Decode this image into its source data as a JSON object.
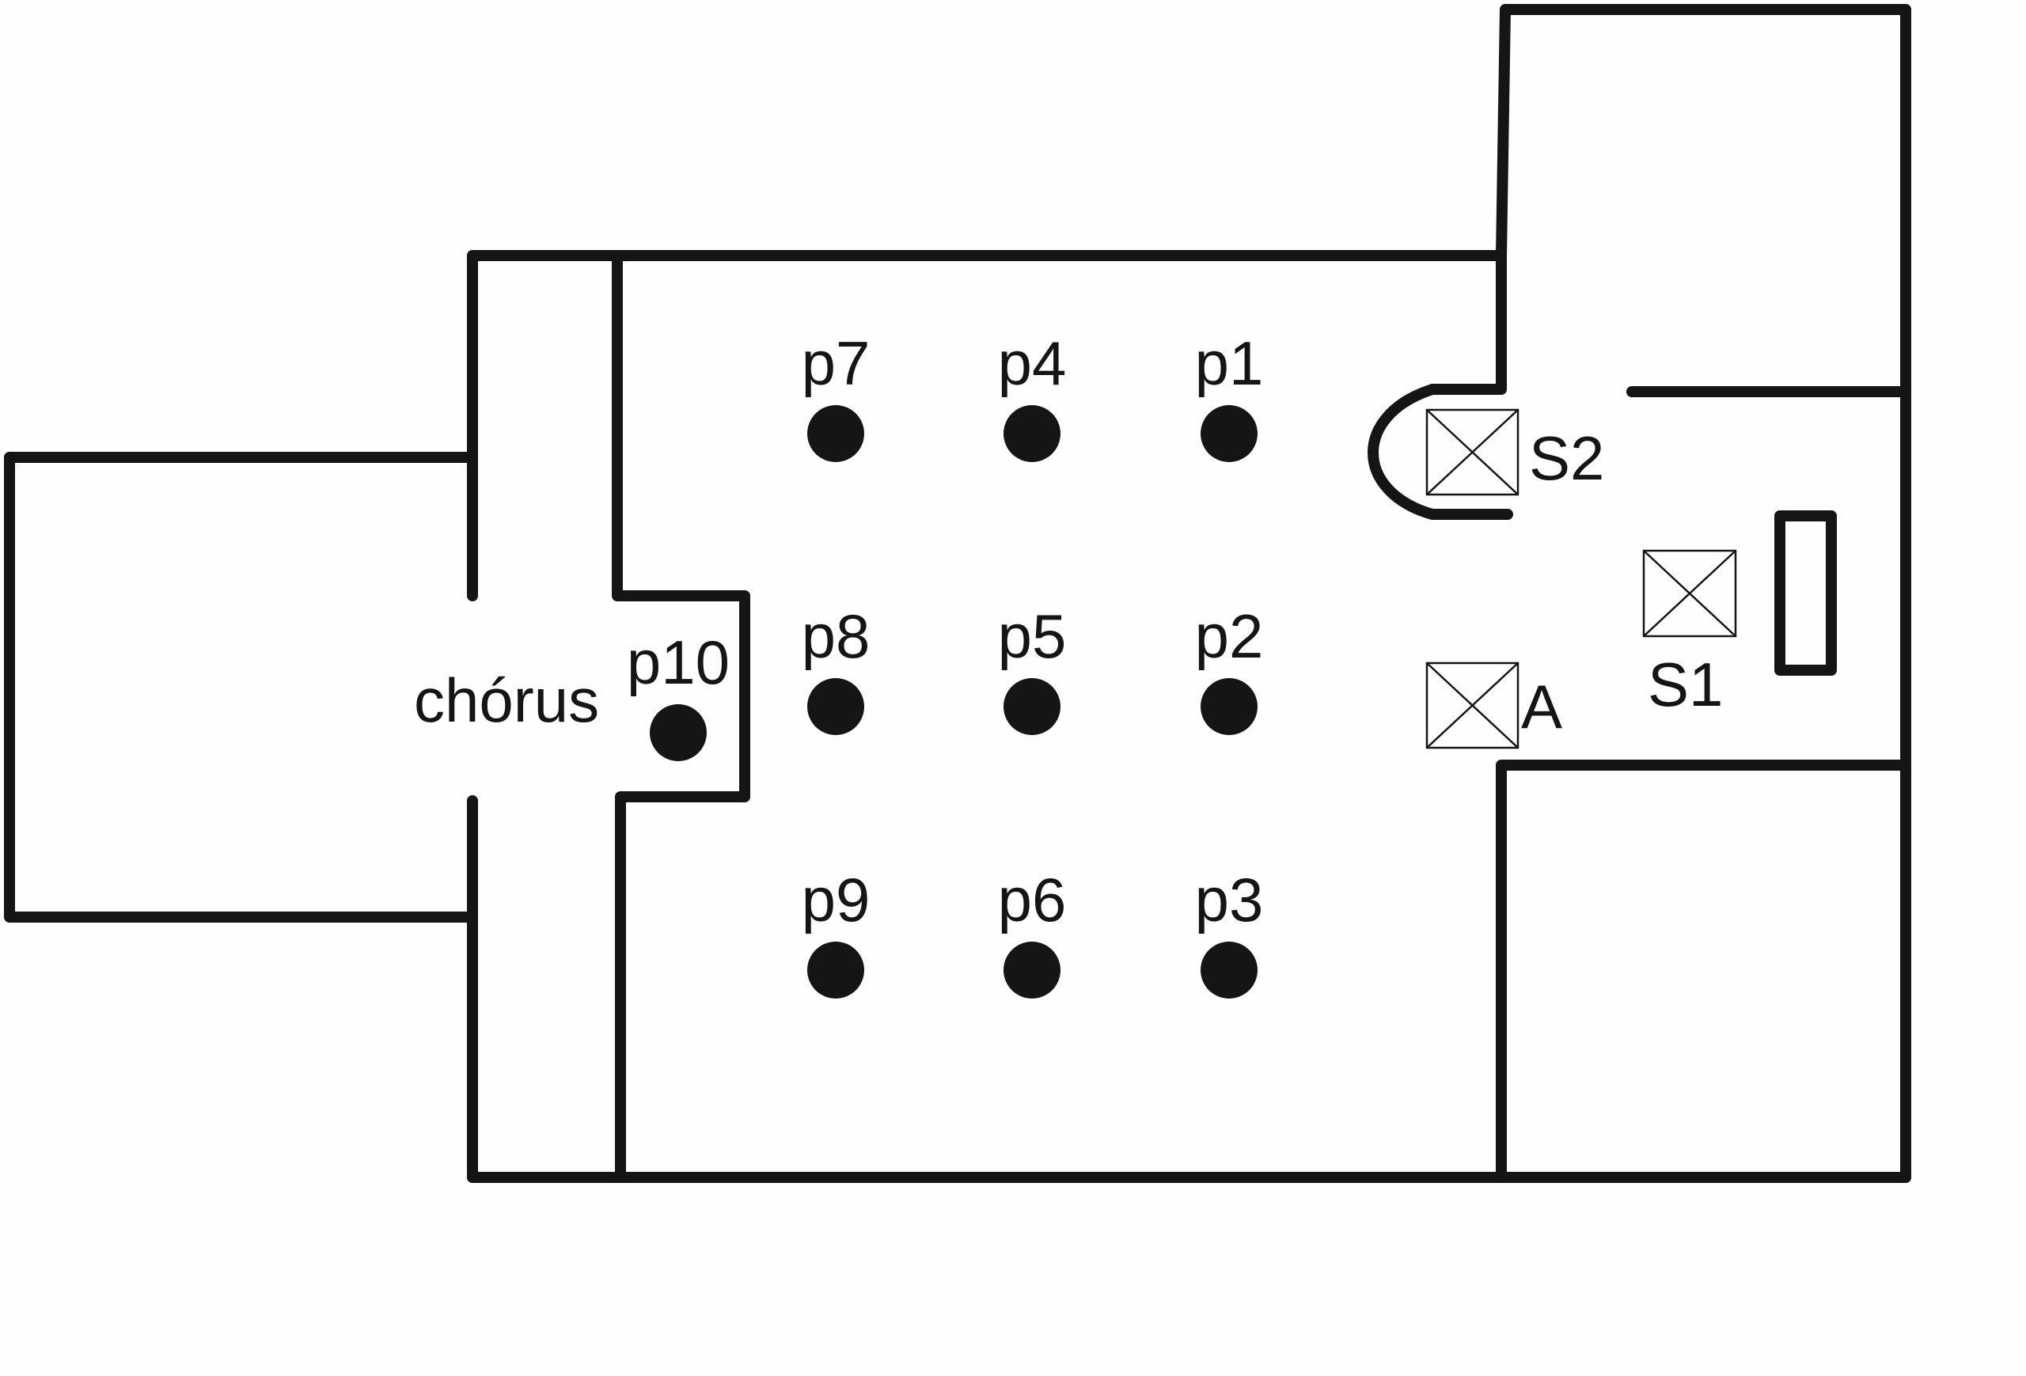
{
  "diagram": {
    "type": "floor-plan",
    "colors": {
      "ink": "#151515",
      "background": "#fefefe"
    },
    "areas": [
      {
        "id": "chorus",
        "label": "chórus"
      }
    ],
    "measurement_points": [
      {
        "id": "p1",
        "label": "p1",
        "row": 1,
        "col": 3
      },
      {
        "id": "p2",
        "label": "p2",
        "row": 2,
        "col": 3
      },
      {
        "id": "p3",
        "label": "p3",
        "row": 3,
        "col": 3
      },
      {
        "id": "p4",
        "label": "p4",
        "row": 1,
        "col": 2
      },
      {
        "id": "p5",
        "label": "p5",
        "row": 2,
        "col": 2
      },
      {
        "id": "p6",
        "label": "p6",
        "row": 3,
        "col": 2
      },
      {
        "id": "p7",
        "label": "p7",
        "row": 1,
        "col": 1
      },
      {
        "id": "p8",
        "label": "p8",
        "row": 2,
        "col": 1
      },
      {
        "id": "p9",
        "label": "p9",
        "row": 3,
        "col": 1
      },
      {
        "id": "p10",
        "label": "p10",
        "row": 2,
        "col": 0
      }
    ],
    "sources": [
      {
        "id": "S1",
        "label": "S1",
        "symbol": "crossed-box"
      },
      {
        "id": "S2",
        "label": "S2",
        "symbol": "crossed-box"
      },
      {
        "id": "A",
        "label": "A",
        "symbol": "crossed-box"
      }
    ]
  }
}
